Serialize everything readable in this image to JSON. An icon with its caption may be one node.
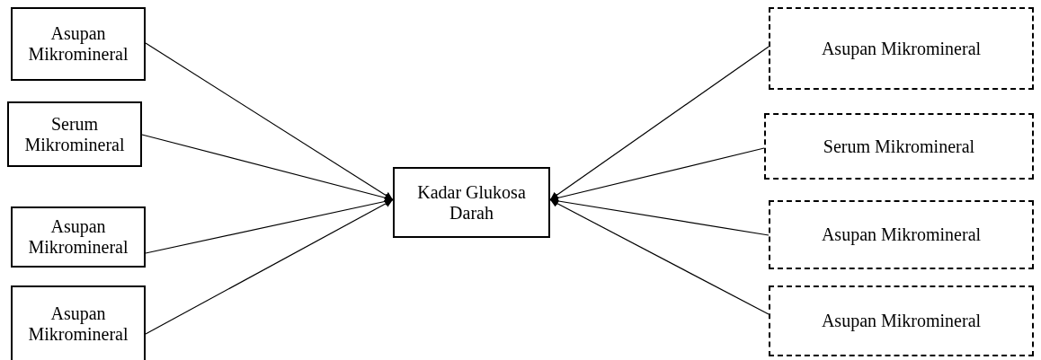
{
  "diagram": {
    "nodes": [
      {
        "text": [
          "Asupan Mikromineral"
        ]
      },
      {
        "text": [
          "Serum Mikromineral"
        ]
      },
      {
        "text": [
          "Asupan Mikromineral"
        ]
      },
      {
        "text": [
          "Asupan Mikromineral"
        ]
      },
      {
        "text": [
          "Kadar Glukosa Darah"
        ]
      },
      {
        "text": [
          "Asupan Mikromineral"
        ]
      },
      {
        "text": [
          "Serum Mikromineral"
        ]
      },
      {
        "text": [
          "Asupan Mikromineral"
        ]
      },
      {
        "text": [
          "Asupan Mikromineral"
        ]
      }
    ],
    "edges": [
      {
        "from": 0,
        "to": 4,
        "arrow": "to"
      },
      {
        "from": 1,
        "to": 4,
        "arrow": "to"
      },
      {
        "from": 2,
        "to": 4,
        "arrow": "to"
      },
      {
        "from": 3,
        "to": 4,
        "arrow": "to"
      },
      {
        "from": 5,
        "to": 4,
        "arrow": "to"
      },
      {
        "from": 6,
        "to": 4,
        "arrow": "to"
      },
      {
        "from": 7,
        "to": 4,
        "arrow": "to"
      },
      {
        "from": 8,
        "to": 4,
        "arrow": "to"
      }
    ]
  }
}
